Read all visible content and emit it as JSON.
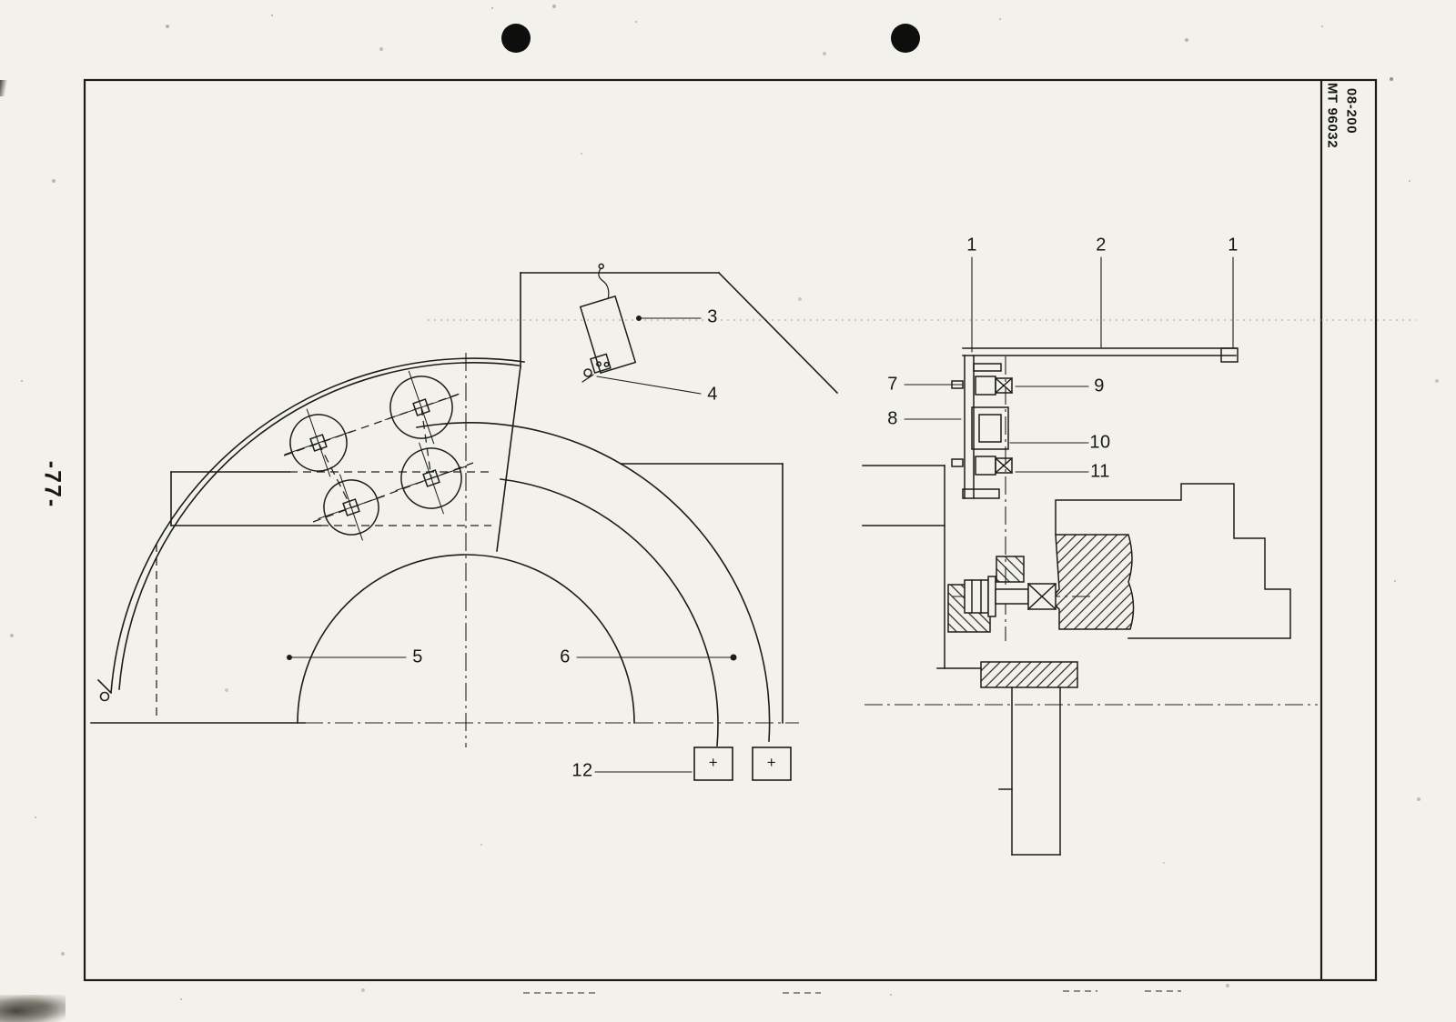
{
  "page": {
    "rotated_page_number": "-77-",
    "doc_ref": {
      "line1": "MT 96032",
      "line2": "08-200"
    }
  },
  "drawing": {
    "callouts": {
      "item1_left": "1",
      "item2": "2",
      "item1_right": "1",
      "item3": "3",
      "item4": "4",
      "item5": "5",
      "item6": "6",
      "item7": "7",
      "item8": "8",
      "item9": "9",
      "item10": "10",
      "item11": "11",
      "item12": "12"
    },
    "marks": {
      "plus_left": "+",
      "plus_right": "+"
    }
  },
  "colors": {
    "ink": "#1c1c1a",
    "paper": "#f2f1ec"
  }
}
